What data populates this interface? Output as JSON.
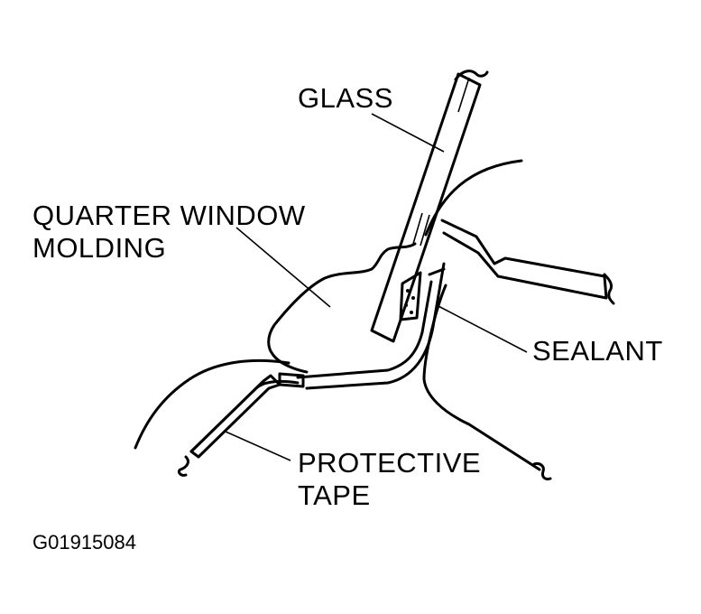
{
  "labels": {
    "glass": "GLASS",
    "quarter_window_molding_line1": "QUARTER WINDOW",
    "quarter_window_molding_line2": "MOLDING",
    "sealant": "SEALANT",
    "protective_tape_line1": "PROTECTIVE",
    "protective_tape_line2": "TAPE"
  },
  "figure_code": "G01915084"
}
